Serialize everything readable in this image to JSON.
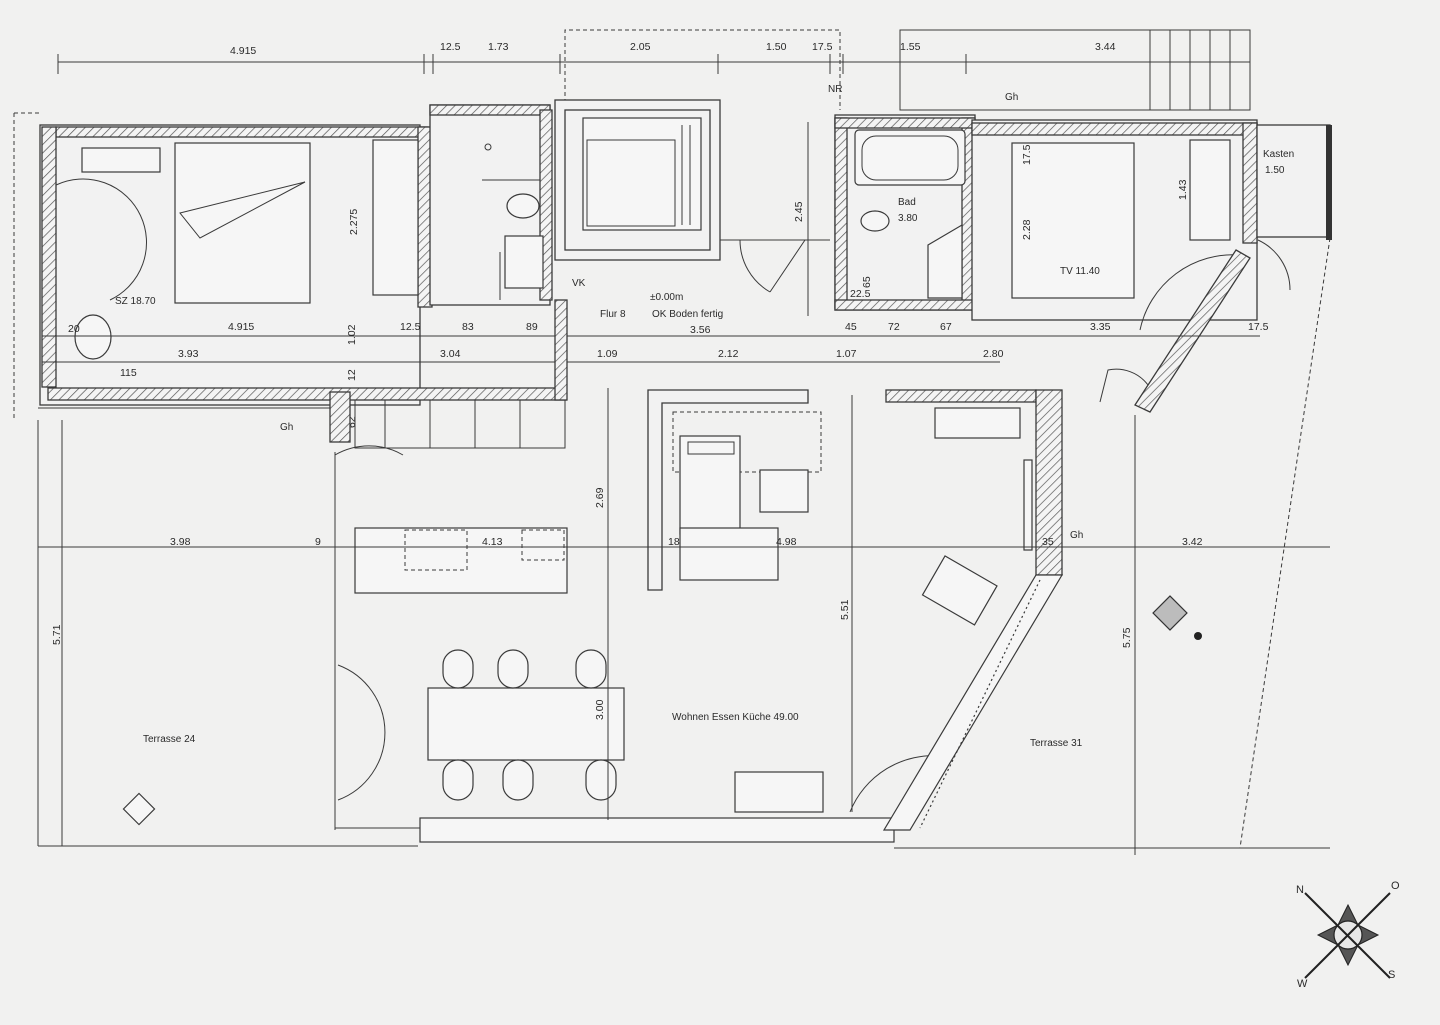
{
  "rooms": {
    "sz": "SZ 18.70",
    "flur": "Flur 8",
    "level": "±0.00m",
    "boden": "OK Boden fertig",
    "vk": "VK",
    "bad": "Bad",
    "bad_area": "3.80",
    "tv": "TV 11.40",
    "kasten": "Kasten",
    "kasten_area": "1.50",
    "wohnen": "Wohnen Essen Küche 49.00",
    "terrasse_left": "Terrasse 24",
    "terrasse_right": "Terrasse 31",
    "gh": "Gh",
    "nr": "NR"
  },
  "dims": {
    "top_1": "4.915",
    "top_2": "12.5",
    "top_3": "1.73",
    "top_4": "2.05",
    "top_5": "1.50",
    "top_6": "17.5",
    "top_7": "1.55",
    "top_8": "3.44",
    "v_2275": "2.275",
    "v_245": "2.45",
    "v_228": "2.28",
    "v_143": "1.43",
    "v_175": "17.5",
    "r1_4915": "4.915",
    "r1_125": "12.5",
    "r1_83": "83",
    "r1_89": "89",
    "r1_356": "3.56",
    "r1_45": "45",
    "r1_72": "72",
    "r1_67": "67",
    "r1_335": "3.35",
    "r1_175": "17.5",
    "r2_393": "3.93",
    "r2_304": "3.04",
    "r2_109": "1.09",
    "r2_212": "2.12",
    "r2_107": "1.07",
    "r2_280": "2.80",
    "v_102": "1.02",
    "v_12": "12",
    "v_62": "62",
    "v_65": "65",
    "v_225": "22.5",
    "v_20": "20",
    "v_115": "115",
    "mid_398": "3.98",
    "mid_9": "9",
    "mid_413": "4.13",
    "mid_18": "18",
    "mid_498": "4.98",
    "mid_35": "35",
    "mid_342": "3.42",
    "v_269": "2.69",
    "v_571": "5.71",
    "v_551": "5.51",
    "v_300": "3.00",
    "v_575": "5.75"
  },
  "compass": {
    "n": "N",
    "o": "O",
    "s": "S",
    "w": "W"
  }
}
